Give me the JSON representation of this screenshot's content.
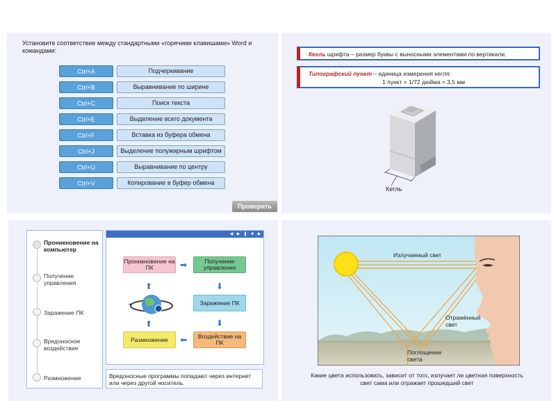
{
  "panel1": {
    "instruction": "Установите соответствие между стандартными «горячими клавишами» Word и командами:",
    "keys": [
      "Ctrl+A",
      "Ctrl+B",
      "Ctrl+C",
      "Ctrl+E",
      "Ctrl+F",
      "Ctrl+J",
      "Ctrl+U",
      "Ctrl+V"
    ],
    "commands": [
      "Подчеркивание",
      "Выравнивание по ширине",
      "Поиск текста",
      "Выделение всего документа",
      "Вставка из буфера обмена",
      "Выделение полужирным шрифтом",
      "Выравнивание по центру",
      "Копирование в буфер обмена"
    ],
    "check_button": "Проверить"
  },
  "panel2": {
    "def1_term": "Кегль",
    "def1_text": " шрифта – размер буквы с выносными элементами по вертикали.",
    "def2_term": "Типографский пункт",
    "def2_text": " – единица измерения кегля:",
    "def2_formula": "1 пункт = 1/72 дюйма ≈ 3,5 мм",
    "figure_label": "Кегль"
  },
  "panel3": {
    "nav": [
      "Проникновение на компьютер",
      "Получение управления",
      "Заражение ПК",
      "Вредоносное воздействие",
      "Размножение"
    ],
    "nodes": {
      "penetration": "Проникновение на ПК",
      "control": "Получение управления",
      "infection": "Заражение ПК",
      "impact": "Воздействие на ПК",
      "reproduction": "Размножение"
    },
    "caption": "Вредоносные программы попадают через интернет или через другой носитель."
  },
  "panel4": {
    "emitted_label": "Излучаемый свет",
    "reflected_label": "Отражённый свет",
    "absorbed_label": "Поглощение света",
    "caption": "Какие цвета использовать, зависит от того, излучает ли цветная поверхность свет сама или отражает прошедший свет"
  },
  "colors": {
    "key_blue": "#5aa0db",
    "cmd_blue": "#cfe3f6",
    "accent_red": "#b5262c",
    "border_blue": "#3b67c2",
    "node_pink": "#f5c6d0",
    "node_green": "#76c893",
    "node_lightblue": "#9ed8ea",
    "node_yellow": "#f4ea6a",
    "node_orange": "#f5b97a",
    "sun_yellow": "#ffe01a"
  }
}
